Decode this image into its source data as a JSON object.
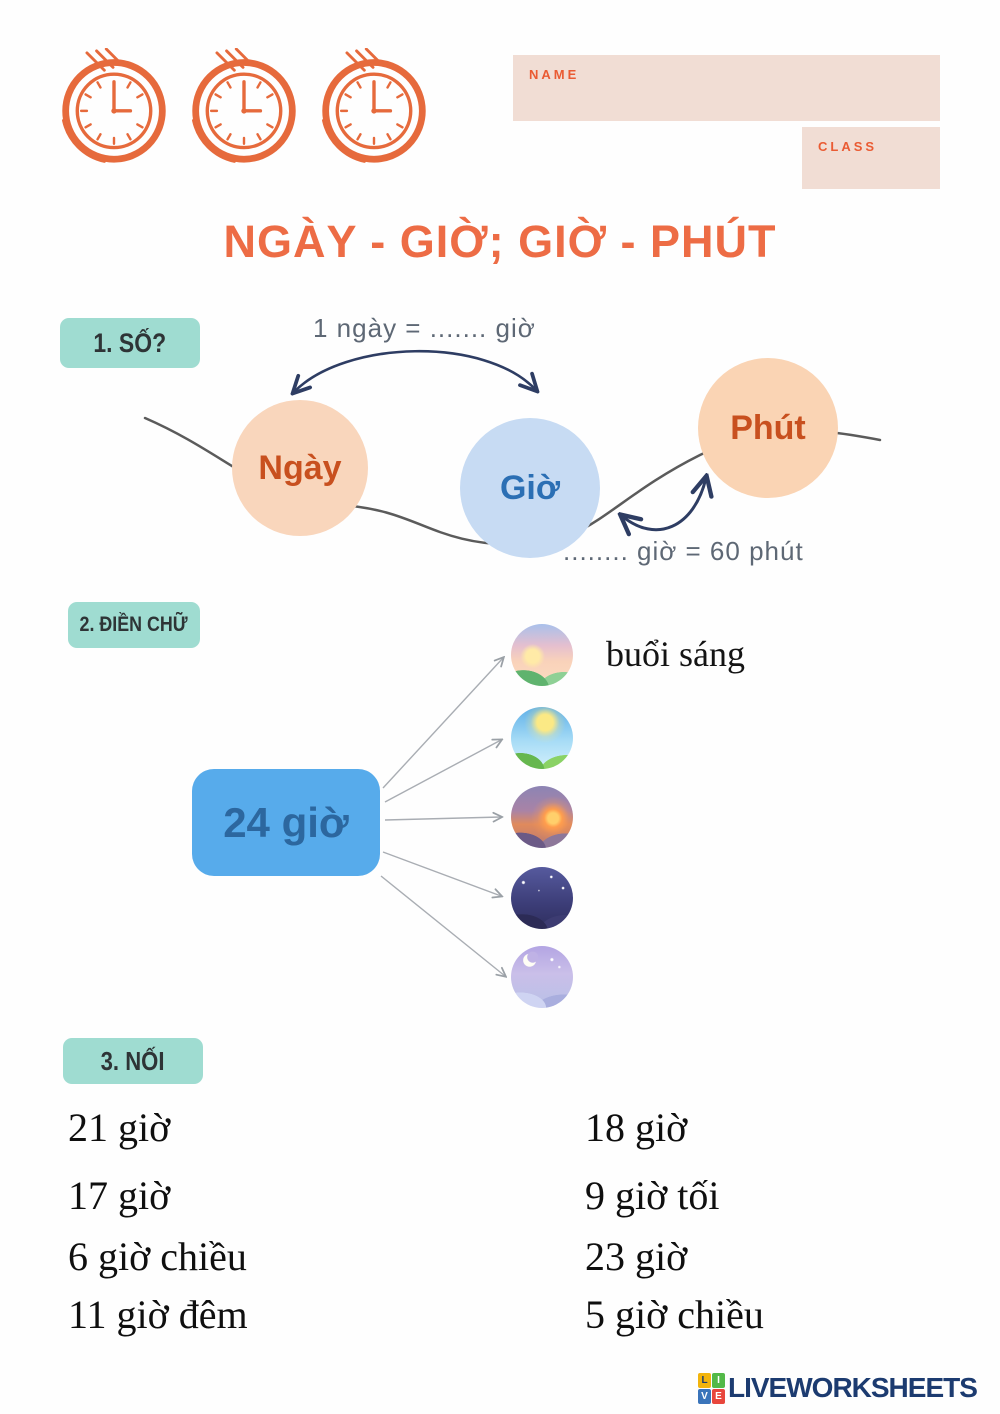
{
  "header": {
    "name_label": "NAME",
    "class_label": "CLASS"
  },
  "title": "NGÀY - GIỜ; GIỜ - PHÚT",
  "section1": {
    "label": "1. SỐ?",
    "top_equation": "1 ngày = ....... giờ",
    "bottom_equation": "........ giờ  = 60 phút",
    "nodes": [
      "Ngày",
      "Giờ",
      "Phút"
    ]
  },
  "section2": {
    "label": "2. ĐIỀN CHỮ",
    "box_label": "24 giờ",
    "answer_text": "buổi sáng",
    "images": [
      "morning-landscape",
      "noon-landscape",
      "sunset-landscape",
      "night-landscape",
      "late-night-landscape"
    ]
  },
  "section3": {
    "label": "3. NỐI",
    "left_items": [
      "21 giờ",
      "17 giờ",
      "6 giờ chiều",
      "11 giờ đêm"
    ],
    "right_items": [
      "18 giờ",
      "9 giờ tối",
      "23 giờ",
      "5 giờ chiều"
    ]
  },
  "footer": {
    "logo_letters": [
      "L",
      "I",
      "V",
      "E"
    ],
    "brand": "LIVEWORKSHEETS"
  },
  "colors": {
    "accent_orange": "#ed6c45",
    "field_peach": "#f1ddd4",
    "chip_mint": "#9fdcd1",
    "day_circle": "#f9d6bc",
    "hour_circle": "#c7dbf3",
    "minute_circle": "#fad4b4",
    "box_blue": "#57abeb",
    "arrow_navy": "#2e3d63",
    "brand_navy": "#1c3b70"
  }
}
